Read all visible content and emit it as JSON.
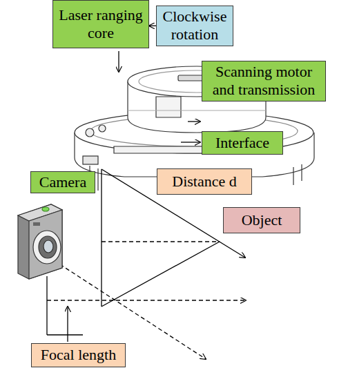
{
  "diagram": {
    "nodes": [
      {
        "text": [
          "Laser ranging core"
        ]
      },
      {
        "text": [
          "Clockwise rotation"
        ]
      },
      {
        "text": [
          "Scanning motor and transmission"
        ]
      },
      {
        "text": [
          "Interface"
        ]
      },
      {
        "text": [
          "Distance d"
        ]
      },
      {
        "text": [
          "Object"
        ]
      },
      {
        "text": [
          "Camera"
        ]
      },
      {
        "text": [
          "Focal length"
        ]
      }
    ],
    "edges": [
      {
        "from": 1,
        "to": 0,
        "arrow": "to"
      }
    ]
  }
}
